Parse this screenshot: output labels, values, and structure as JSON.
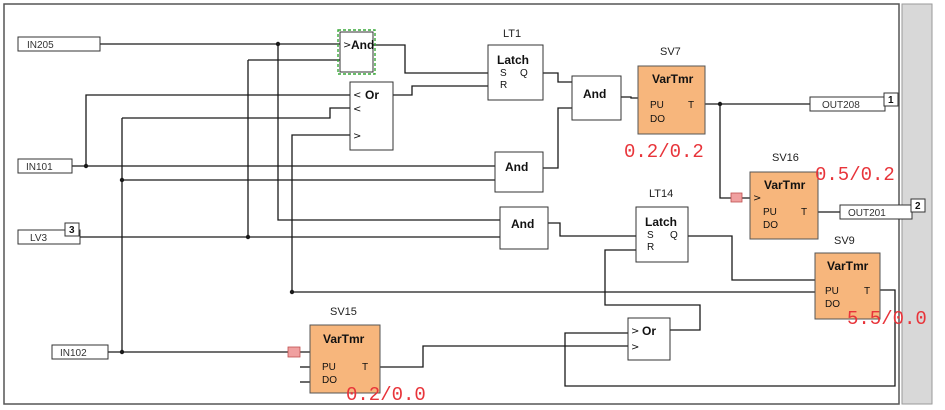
{
  "inputs": {
    "in205": "IN205",
    "in101": "IN101",
    "lv3": "LV3",
    "lv3_num": "3",
    "in102": "IN102"
  },
  "outputs": {
    "out208": "OUT208",
    "out208_num": "1",
    "out201": "OUT201",
    "out201_num": "2"
  },
  "gates": {
    "and1": "And",
    "or1": "Or",
    "and2": "And",
    "and3": "And",
    "and4": "And",
    "or2": "Or",
    "and_input_symbol": ">",
    "or_input_symbol": "<",
    "or2_input_symbol": ">"
  },
  "latches": {
    "lt1": {
      "label": "LT1",
      "title": "Latch",
      "s": "S",
      "q": "Q",
      "r": "R"
    },
    "lt14": {
      "label": "LT14",
      "title": "Latch",
      "s": "S",
      "q": "Q",
      "r": "R"
    }
  },
  "timers": {
    "sv7": {
      "label": "SV7",
      "title": "VarTmr",
      "pu": "PU",
      "do": "DO",
      "t": "T"
    },
    "sv16": {
      "label": "SV16",
      "title": "VarTmr",
      "pu": "PU",
      "do": "DO",
      "t": "T"
    },
    "sv9": {
      "label": "SV9",
      "title": "VarTmr",
      "pu": "PU",
      "do": "DO",
      "t": "T"
    },
    "sv15": {
      "label": "SV15",
      "title": "VarTmr",
      "pu": "PU",
      "do": "DO",
      "t": "T"
    }
  },
  "annotations": {
    "sv7": "0.2/0.2",
    "sv16": "0.5/0.2",
    "sv9": "5.5/0.0",
    "sv15": "0.2/0.0"
  },
  "colors": {
    "timer_fill": "#f7b67c",
    "annotation": "#e8343a",
    "selection": "#39a939"
  }
}
